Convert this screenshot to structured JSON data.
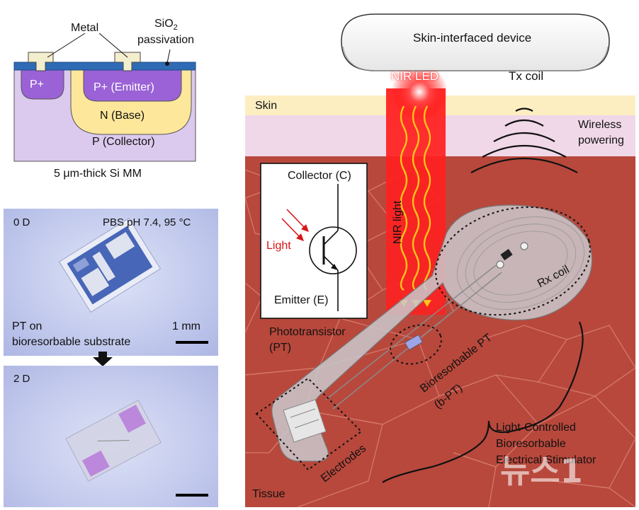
{
  "cross_section": {
    "metal": "Metal",
    "sio2_prefix": "SiO",
    "sio2_sub": "2",
    "passivation": "passivation",
    "p_plus": "P+",
    "p_plus_emitter": "P+ (Emitter)",
    "n_base": "N (Base)",
    "p_collector": "P (Collector)",
    "caption": "5 μm-thick Si MM",
    "colors": {
      "substrate": "#dcc9ee",
      "base": "#fde79a",
      "emitter": "#9a62d6",
      "oxide": "#2f6bb5"
    }
  },
  "photos": {
    "top_day": "0 D",
    "condition": "PBS pH 7.4, 95 °C",
    "pt_label_line1": "PT on",
    "pt_label_line2": "bioresorbable substrate",
    "scale": "1 mm",
    "bottom_day": "2 D"
  },
  "scene": {
    "device": "Skin-interfaced device",
    "nir_led": "NIR LED",
    "tx_coil": "Tx coil",
    "skin": "Skin",
    "wireless_line1": "Wireless",
    "wireless_line2": "powering",
    "nir_light": "NIR light",
    "rx_coil": "Rx coil",
    "bpt_line1": "Bioresorbable PT",
    "bpt_line2": "(b-PT)",
    "electrodes": "Electrodes",
    "stim_line1": "Light-Controlled",
    "stim_line2": "Bioresorbable",
    "stim_line3": "Electrical Stimulator",
    "tissue": "Tissue",
    "colors": {
      "tissue": "#b8483c",
      "skin": "#f0d8e8",
      "led": "#ff1a1a"
    }
  },
  "phototransistor": {
    "collector": "Collector (C)",
    "light": "Light",
    "emitter": "Emitter (E)",
    "caption_line1": "Phototransistor",
    "caption_line2": "(PT)"
  },
  "watermark": "뉴스1"
}
